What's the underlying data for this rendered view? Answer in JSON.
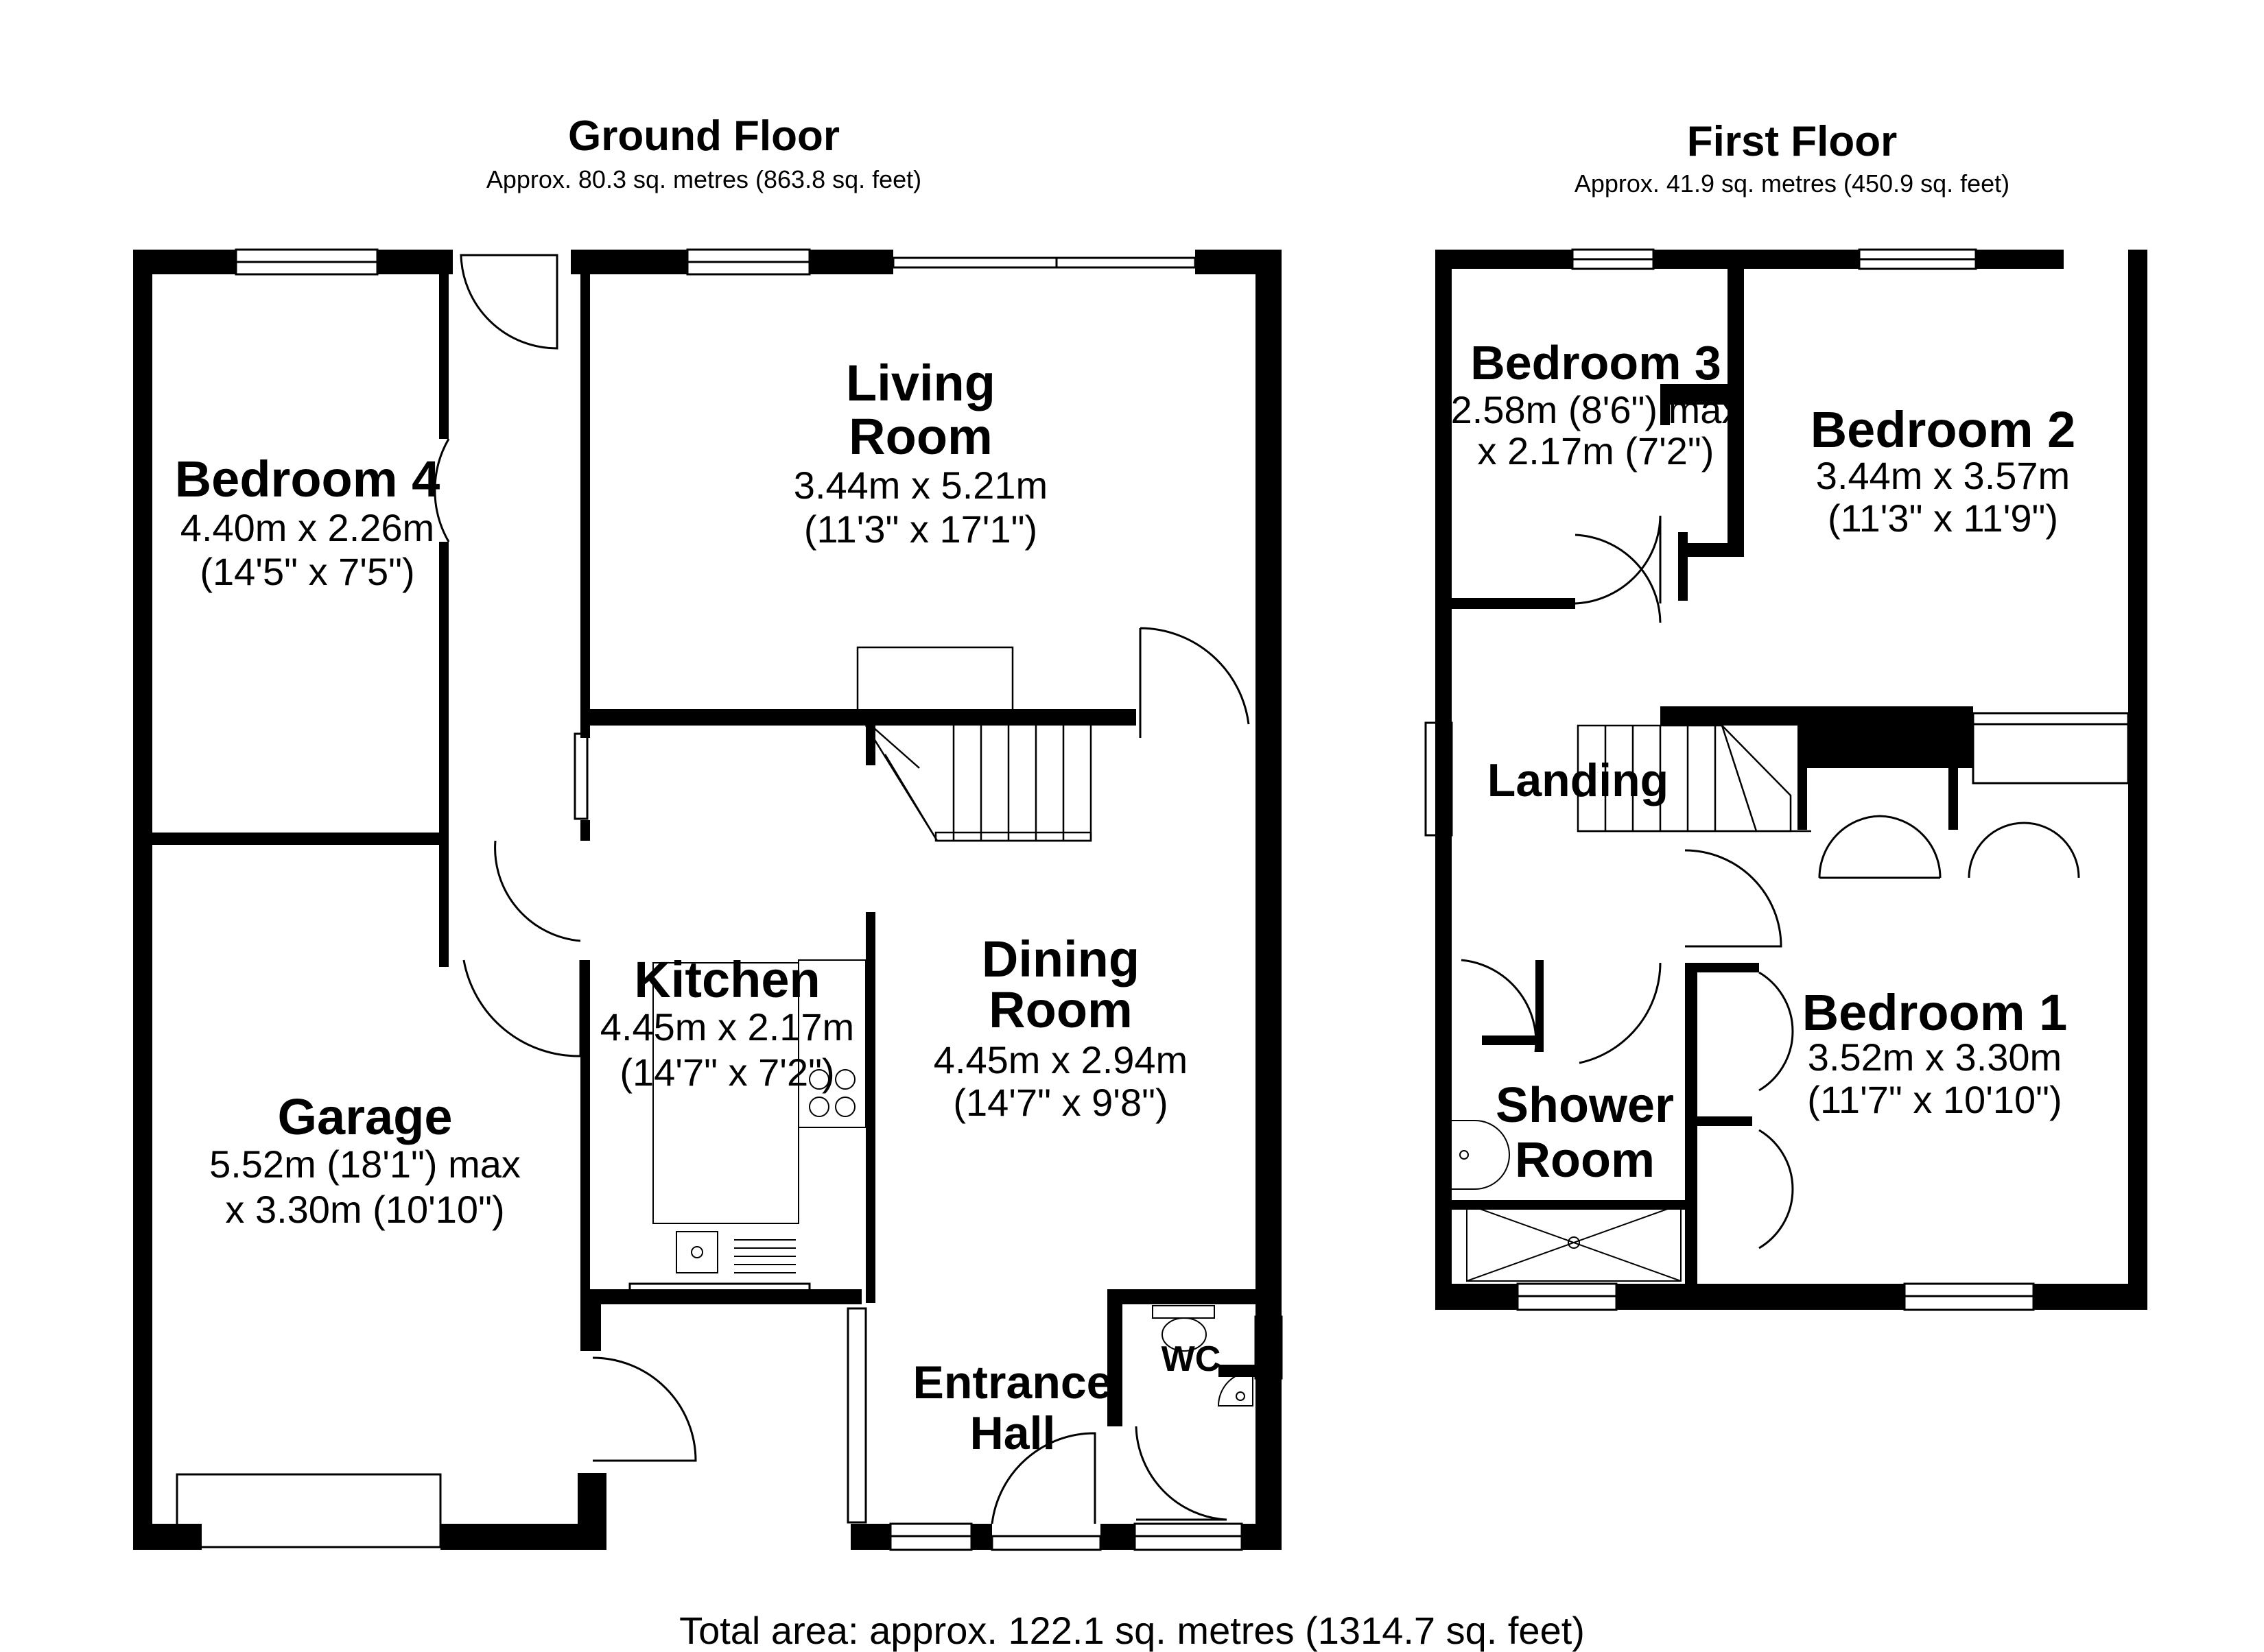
{
  "ground_floor": {
    "title": "Ground Floor",
    "area": "Approx. 80.3 sq. metres (863.8 sq. feet)",
    "rooms": {
      "living_room": {
        "name1": "Living",
        "name2": "Room",
        "dim": "3.44m x 5.21m",
        "dim_imperial": "(11'3\" x 17'1\")"
      },
      "bedroom4": {
        "name": "Bedroom 4",
        "dim": "4.40m x 2.26m",
        "dim_imperial": "(14'5\" x 7'5\")"
      },
      "kitchen": {
        "name": "Kitchen",
        "dim": "4.45m x 2.17m",
        "dim_imperial": "(14'7\" x 7'2\")"
      },
      "dining_room": {
        "name1": "Dining",
        "name2": "Room",
        "dim": "4.45m x 2.94m",
        "dim_imperial": "(14'7\" x 9'8\")"
      },
      "garage": {
        "name": "Garage",
        "dim": "5.52m (18'1\") max",
        "dim2": "x 3.30m (10'10\")"
      },
      "entrance_hall": {
        "name1": "Entrance",
        "name2": "Hall"
      },
      "wc": {
        "name": "WC"
      }
    }
  },
  "first_floor": {
    "title": "First Floor",
    "area": "Approx. 41.9 sq. metres (450.9 sq. feet)",
    "rooms": {
      "bedroom3": {
        "name": "Bedroom 3",
        "dim": "2.58m (8'6\") max",
        "dim2": "x 2.17m (7'2\")"
      },
      "bedroom2": {
        "name": "Bedroom 2",
        "dim": "3.44m x 3.57m",
        "dim_imperial": "(11'3\" x 11'9\")"
      },
      "landing": {
        "name": "Landing"
      },
      "bedroom1": {
        "name": "Bedroom 1",
        "dim": "3.52m x 3.30m",
        "dim_imperial": "(11'7\" x 10'10\")"
      },
      "shower_room": {
        "name1": "Shower",
        "name2": "Room"
      }
    }
  },
  "total_area": "Total area: approx. 122.1 sq. metres (1314.7 sq. feet)"
}
